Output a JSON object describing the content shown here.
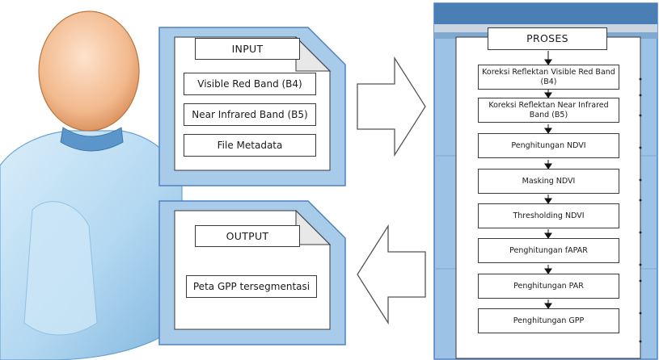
{
  "input": {
    "title": "INPUT",
    "items": [
      "Visible Red Band (B4)",
      "Near Infrared Band (B5)",
      "File Metadata"
    ]
  },
  "output": {
    "title": "OUTPUT",
    "items": [
      "Peta GPP tersegmentasi"
    ]
  },
  "process": {
    "title": "PROSES",
    "steps": [
      "Koreksi Reflektan Visible Red Band (B4)",
      "Koreksi Reflektan Near Infrared Band (B5)",
      "Penghitungan NDVI",
      "Masking NDVI",
      "Thresholding NDVI",
      "Penghitungan fAPAR",
      "Penghitungan PAR",
      "Penghitungan GPP"
    ]
  },
  "icons": [
    "user-person-icon",
    "right-block-arrow-icon",
    "left-block-arrow-icon"
  ],
  "colors": {
    "panel_blue": "#9cc3e6",
    "panel_blue_dark": "#4f81bd",
    "figure_skin": "#f6c9a3",
    "figure_body": "#b9dcf3"
  }
}
